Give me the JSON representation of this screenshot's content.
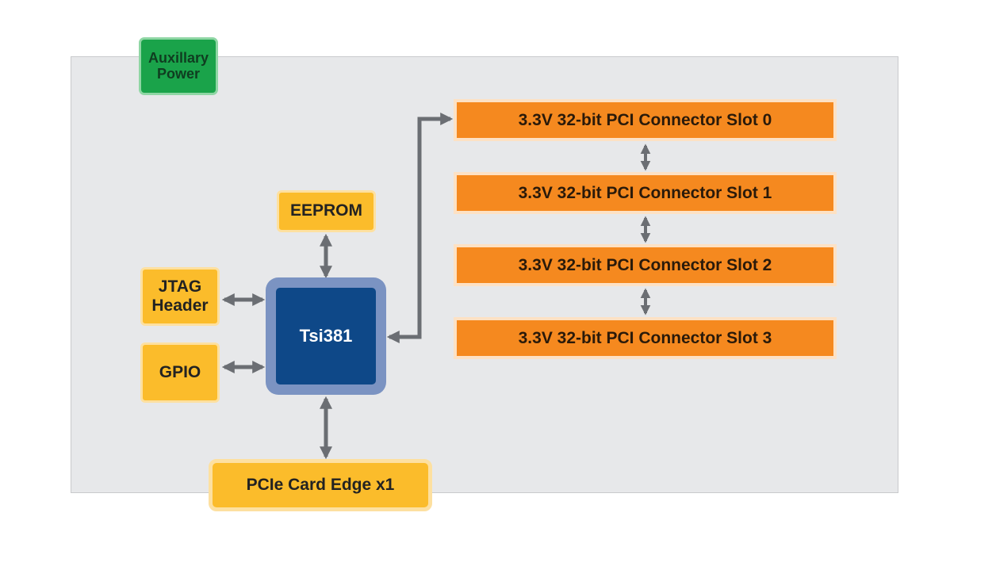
{
  "diagram": {
    "aux_power": "Auxillary\nPower",
    "eeprom": "EEPROM",
    "jtag": "JTAG\nHeader",
    "gpio": "GPIO",
    "chip": "Tsi381",
    "pcie": "PCIe Card Edge x1",
    "slots": [
      "3.3V 32-bit PCI Connector Slot 0",
      "3.3V 32-bit PCI Connector Slot 1",
      "3.3V 32-bit PCI Connector Slot 2",
      "3.3V 32-bit PCI Connector Slot 3"
    ],
    "colors": {
      "board": "#e7e8ea",
      "slot": "#f5891f",
      "peripheral": "#fbbc2b",
      "power": "#1aa34a",
      "chip": "#0e4888",
      "chip_border": "#7b93c2",
      "arrow": "#6b6e73"
    }
  }
}
